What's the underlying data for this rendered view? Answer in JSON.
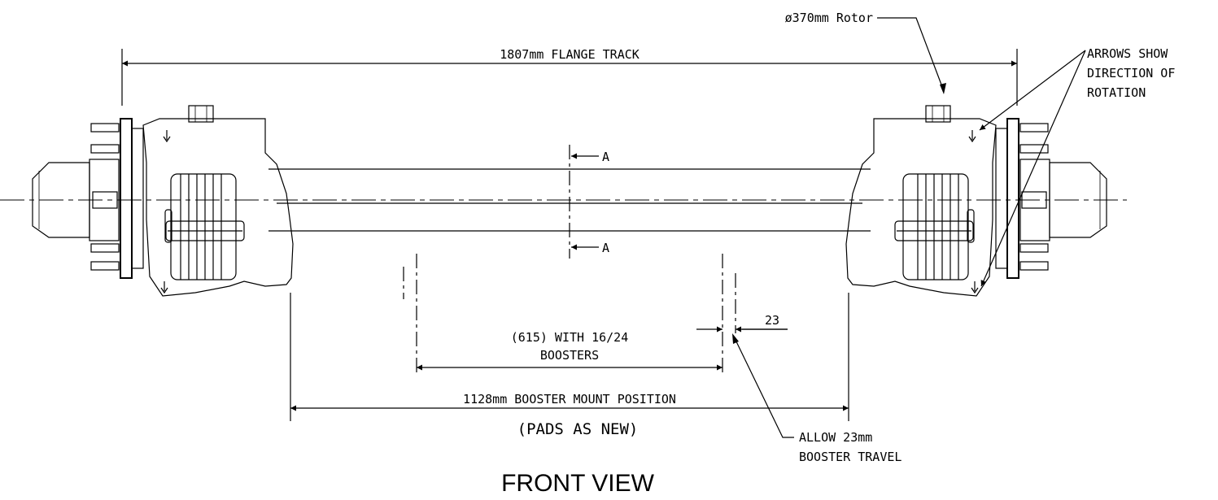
{
  "labels": {
    "rotor": "ø370mm Rotor",
    "flange_track": "1807mm FLANGE TRACK",
    "arrows_line1": "ARROWS SHOW",
    "arrows_line2": "DIRECTION OF",
    "arrows_line3": "ROTATION",
    "section_top": "A",
    "section_bottom": "A",
    "boosters_line1": "(615) WITH 16/24",
    "boosters_line2": "BOOSTERS",
    "travel_dim": "23",
    "mount_position": "1128mm BOOSTER MOUNT POSITION",
    "pads": "(PADS AS NEW)",
    "allow_line1": "ALLOW 23mm",
    "allow_line2": "BOOSTER TRAVEL",
    "view_title": "FRONT VIEW"
  }
}
